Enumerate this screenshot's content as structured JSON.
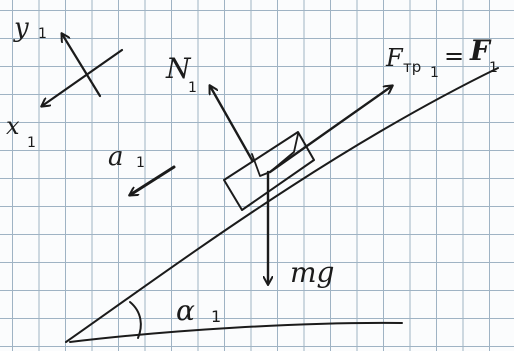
{
  "labels": {
    "y_axis": "y",
    "y_axis_index": "1",
    "x_axis": "x",
    "x_axis_index": "1",
    "acceleration": "a",
    "acceleration_index": "1",
    "normal_force": "N",
    "normal_force_index": "1",
    "friction_force": "F",
    "friction_force_sub": "тр",
    "friction_force_index": "1",
    "equals": "=",
    "force_f": "F",
    "force_f_index": "1",
    "gravity": "mg",
    "angle": "α",
    "angle_index": "1"
  },
  "colors": {
    "ink": "#1b1b1b",
    "grid": "#9fb3c4",
    "paper": "#fbfcfd"
  }
}
